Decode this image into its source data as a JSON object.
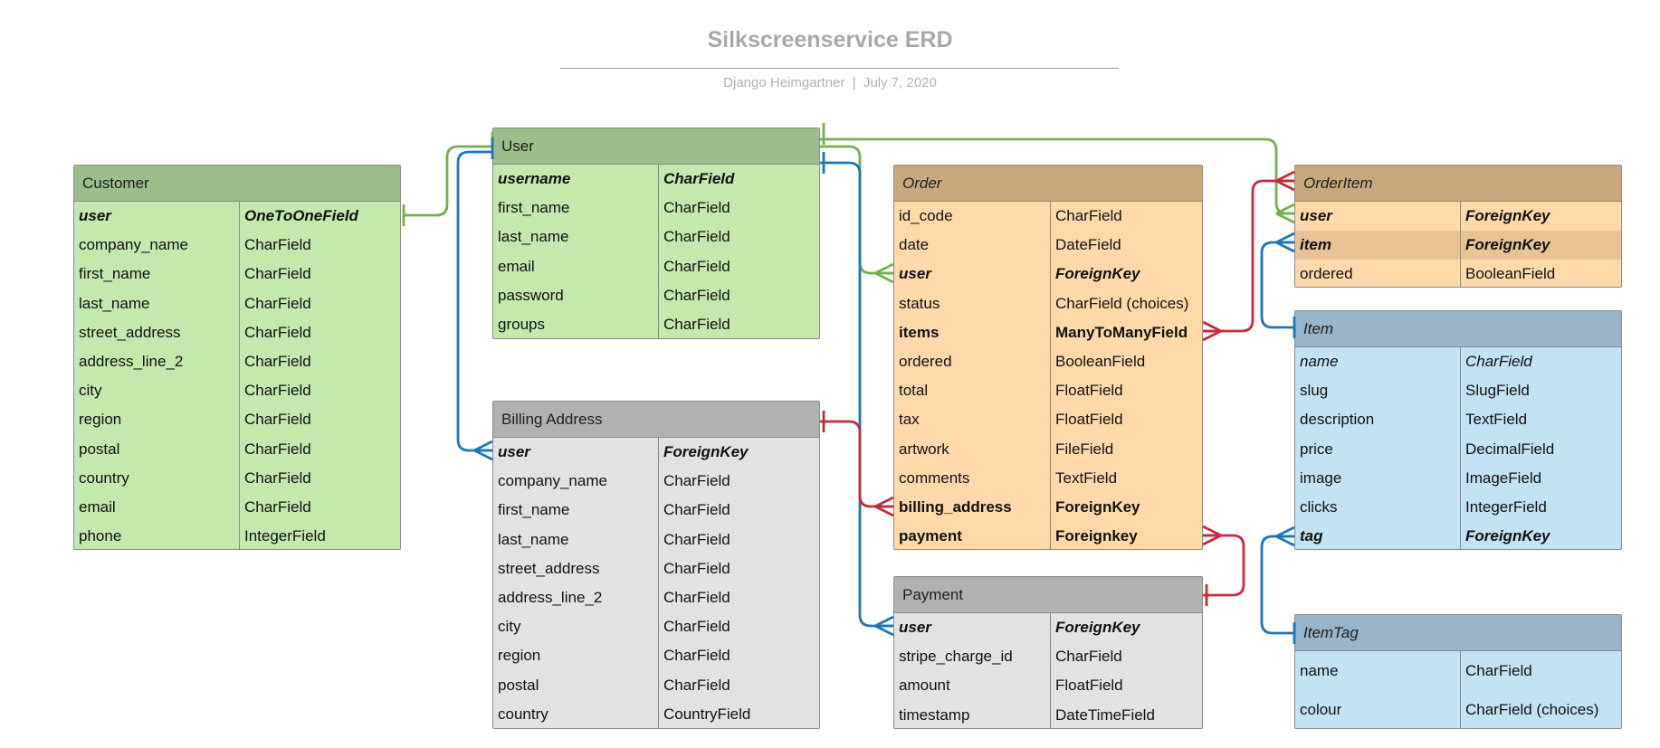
{
  "diagram": {
    "title": "Silkscreenservice ERD",
    "subtitle": "Django Heimgartner  |  July 7, 2020"
  },
  "colors": {
    "green_header": "#9dbd8a",
    "green_body": "#c5e8ad",
    "orange_header": "#c9a87e",
    "orange_body": "#ffd9a9",
    "gray_header": "#b1b1b1",
    "gray_body": "#e2e2e2",
    "blue_header": "#98b5c9",
    "blue_body": "#c2e3f4",
    "line_green": "#72b04c",
    "line_blue": "#1a77bd",
    "line_red": "#c8293b"
  },
  "entities": [
    {
      "id": "customer",
      "name": "Customer",
      "color": "green",
      "italic_header": false,
      "fields": [
        {
          "name": "user",
          "type": "OneToOneField",
          "style": "bi"
        },
        {
          "name": "company_name",
          "type": "CharField"
        },
        {
          "name": "first_name",
          "type": "CharField"
        },
        {
          "name": "last_name",
          "type": "CharField"
        },
        {
          "name": "street_address",
          "type": "CharField"
        },
        {
          "name": "address_line_2",
          "type": "CharField"
        },
        {
          "name": "city",
          "type": "CharField"
        },
        {
          "name": "region",
          "type": "CharField"
        },
        {
          "name": "postal",
          "type": "CharField"
        },
        {
          "name": "country",
          "type": "CharField"
        },
        {
          "name": "email",
          "type": "CharField"
        },
        {
          "name": "phone",
          "type": "IntegerField"
        }
      ]
    },
    {
      "id": "user",
      "name": "User",
      "color": "green",
      "italic_header": false,
      "fields": [
        {
          "name": "username",
          "type": "CharField",
          "style": "bi"
        },
        {
          "name": "first_name",
          "type": "CharField"
        },
        {
          "name": "last_name",
          "type": "CharField"
        },
        {
          "name": "email",
          "type": "CharField"
        },
        {
          "name": "password",
          "type": "CharField"
        },
        {
          "name": "groups",
          "type": "CharField"
        }
      ]
    },
    {
      "id": "billing",
      "name": "Billing Address",
      "color": "gray",
      "italic_header": false,
      "fields": [
        {
          "name": "user",
          "type": "ForeignKey",
          "style": "bi"
        },
        {
          "name": "company_name",
          "type": "CharField"
        },
        {
          "name": "first_name",
          "type": "CharField"
        },
        {
          "name": "last_name",
          "type": "CharField"
        },
        {
          "name": "street_address",
          "type": "CharField"
        },
        {
          "name": "address_line_2",
          "type": "CharField"
        },
        {
          "name": "city",
          "type": "CharField"
        },
        {
          "name": "region",
          "type": "CharField"
        },
        {
          "name": "postal",
          "type": "CharField"
        },
        {
          "name": "country",
          "type": "CountryField"
        }
      ]
    },
    {
      "id": "order",
      "name": "Order",
      "color": "orange",
      "italic_header": true,
      "fields": [
        {
          "name": "id_code",
          "type": "CharField"
        },
        {
          "name": "date",
          "type": "DateField"
        },
        {
          "name": "user",
          "type": "ForeignKey",
          "style": "bi"
        },
        {
          "name": "status",
          "type": "CharField (choices)"
        },
        {
          "name": "items",
          "type": "ManyToManyField",
          "style": "b"
        },
        {
          "name": "ordered",
          "type": "BooleanField"
        },
        {
          "name": "total",
          "type": "FloatField"
        },
        {
          "name": "tax",
          "type": "FloatField"
        },
        {
          "name": "artwork",
          "type": "FileField"
        },
        {
          "name": "comments",
          "type": "TextField"
        },
        {
          "name": "billing_address",
          "type": "ForeignKey",
          "style": "b"
        },
        {
          "name": "payment",
          "type": "Foreignkey",
          "style": "b"
        }
      ]
    },
    {
      "id": "payment",
      "name": "Payment",
      "color": "gray",
      "italic_header": false,
      "fields": [
        {
          "name": "user",
          "type": "ForeignKey",
          "style": "bi"
        },
        {
          "name": "stripe_charge_id",
          "type": "CharField"
        },
        {
          "name": "amount",
          "type": "FloatField"
        },
        {
          "name": "timestamp",
          "type": "DateTimeField"
        }
      ]
    },
    {
      "id": "orderitem",
      "name": "OrderItem",
      "color": "orange",
      "italic_header": true,
      "fields": [
        {
          "name": "user",
          "type": "ForeignKey",
          "style": "bi"
        },
        {
          "name": "item",
          "type": "ForeignKey",
          "style": "bi",
          "highlight": true
        },
        {
          "name": "ordered",
          "type": "BooleanField"
        }
      ]
    },
    {
      "id": "item",
      "name": "Item",
      "color": "blue",
      "italic_header": true,
      "fields": [
        {
          "name": "name",
          "type": "CharField",
          "style": "i"
        },
        {
          "name": "slug",
          "type": "SlugField"
        },
        {
          "name": "description",
          "type": "TextField"
        },
        {
          "name": "price",
          "type": "DecimalField"
        },
        {
          "name": "image",
          "type": "ImageField"
        },
        {
          "name": "clicks",
          "type": "IntegerField"
        },
        {
          "name": "tag",
          "type": "ForeignKey",
          "style": "bi"
        }
      ]
    },
    {
      "id": "itemtag",
      "name": "ItemTag",
      "color": "blue",
      "italic_header": true,
      "fields": [
        {
          "name": "name",
          "type": "CharField"
        },
        {
          "name": "colour",
          "type": "CharField (choices)"
        }
      ]
    }
  ],
  "relationships": [
    {
      "from": "Customer.user",
      "to": "User",
      "kind": "one-to-one"
    },
    {
      "from": "User",
      "to": "OrderItem.user",
      "kind": "one-to-many"
    },
    {
      "from": "User",
      "to": "Order.user",
      "kind": "one-to-many"
    },
    {
      "from": "User",
      "to": "Billing Address.user",
      "kind": "one-to-many"
    },
    {
      "from": "User",
      "to": "Payment.user",
      "kind": "one-to-many"
    },
    {
      "from": "Billing Address",
      "to": "Order.billing_address",
      "kind": "one-to-many"
    },
    {
      "from": "OrderItem",
      "to": "Order.items",
      "kind": "many-to-many"
    },
    {
      "from": "Payment",
      "to": "Order.payment",
      "kind": "one-to-many"
    },
    {
      "from": "Item",
      "to": "OrderItem.item",
      "kind": "one-to-many"
    },
    {
      "from": "ItemTag",
      "to": "Item.tag",
      "kind": "one-to-many"
    }
  ]
}
